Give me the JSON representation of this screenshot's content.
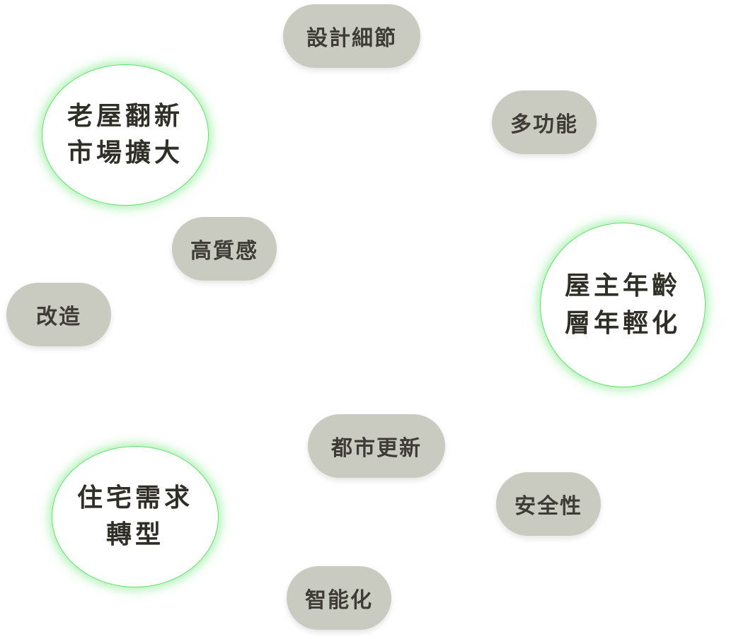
{
  "tags": {
    "design_details": "設計細節",
    "multifunction": "多功能",
    "high_quality": "高質感",
    "remodel": "改造",
    "urban_renewal": "都市更新",
    "safety": "安全性",
    "smart": "智能化"
  },
  "highlights": {
    "old_house": {
      "line1": "老屋翻新",
      "line2": "市場擴大"
    },
    "owner_age": {
      "line1": "屋主年齡",
      "line2": "層年輕化"
    },
    "housing_demand": {
      "line1": "住宅需求",
      "line2": "轉型"
    }
  },
  "colors": {
    "pill_bg": "#c9cbc0",
    "pill_text": "#3d3d35",
    "bubble_border": "#5ee36a",
    "bubble_text": "#2f2f28"
  }
}
